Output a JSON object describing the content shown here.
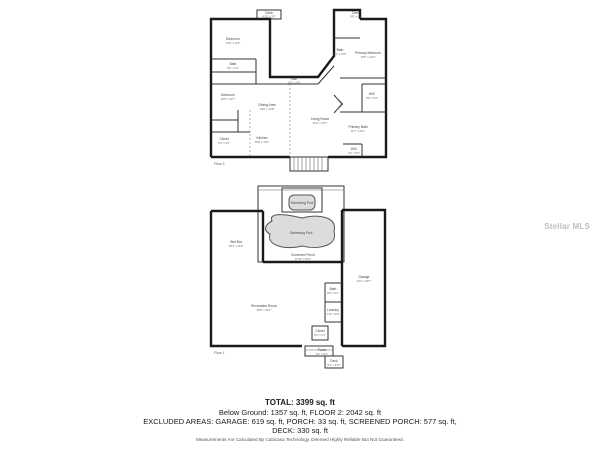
{
  "floor_labels": {
    "upper": "Floor 2",
    "lower": "Floor 1"
  },
  "rooms": {
    "deck_top": {
      "name": "Deck",
      "dims": "4'10\" x 3'9\""
    },
    "bedroom_tl": {
      "name": "Bedroom",
      "dims": "14'9\" x 12'6\""
    },
    "bath_tl": {
      "name": "Bath",
      "dims": "8'2\" x 5'1\""
    },
    "bedroom_ml": {
      "name": "Bedroom",
      "dims": "10'5\" x 12'7\""
    },
    "closet_l": {
      "name": "Closet",
      "dims": "5'2\" x 4'0\""
    },
    "kitchen": {
      "name": "Kitchen",
      "dims": "16'8\" x 13'1\""
    },
    "dining": {
      "name": "Dining Area",
      "dims": "13'9\" x 10'8\""
    },
    "living": {
      "name": "Living Room",
      "dims": "16'4\" x 15'7\""
    },
    "hall_top": {
      "name": "Hall",
      "dims": "13'1\" x 4'3\""
    },
    "bath_tr": {
      "name": "Bath",
      "dims": "9'1\" x 10'6\""
    },
    "deck_tr": {
      "name": "Deck",
      "dims": "9'8\" x 4'4\""
    },
    "primary_bed": {
      "name": "Primary Bedroom",
      "dims": "15'5\" x 13'0\""
    },
    "wic": {
      "name": "WIC",
      "dims": "9'0\" x 5'2\""
    },
    "primary_bath": {
      "name": "Primary Bath",
      "dims": "11'7\" x 10'1\""
    },
    "wic2": {
      "name": "WIC",
      "dims": "4'2\" x 5'0\""
    },
    "swimming_pool_small": {
      "name": "Swimming Pool",
      "dims": ""
    },
    "swimming_pool": {
      "name": "Swimming Pool",
      "dims": ""
    },
    "screened_porch": {
      "name": "Screened Porch",
      "dims": "37'10\" x 25'1\""
    },
    "wet_bar": {
      "name": "Wet Bar",
      "dims": "18'4\" x 14'6\""
    },
    "garage": {
      "name": "Garage",
      "dims": "24'4\" x 39'7\""
    },
    "recreation": {
      "name": "Recreation Room",
      "dims": "39'5\" x 31'3\""
    },
    "bath_lower": {
      "name": "Bath",
      "dims": "8'0\" x 6'1\""
    },
    "laundry": {
      "name": "Laundry",
      "dims": "7'11\" x 8'4\""
    },
    "closet_lower": {
      "name": "Closet",
      "dims": "5'2\" x 3'1\""
    },
    "porch": {
      "name": "Porch",
      "dims": "6'1\" x 5'2\""
    },
    "deck_bottom": {
      "name": "Deck",
      "dims": "8'3\" x 3'10\""
    }
  },
  "summary": {
    "total": "TOTAL: 3399 sq. ft",
    "line1": "Below Ground: 1357 sq. ft, FLOOR 2: 2042 sq. ft",
    "line2": "EXCLUDED AREAS: GARAGE: 619 sq. ft, PORCH: 33 sq. ft, SCREENED PORCH: 577 sq. ft,",
    "line3": "DECK: 330 sq. ft",
    "note": "Measurements Are Calculated By Cubicasa Technology. Deemed Highly Reliable But Not Guaranteed."
  },
  "watermark": "Stellar MLS"
}
